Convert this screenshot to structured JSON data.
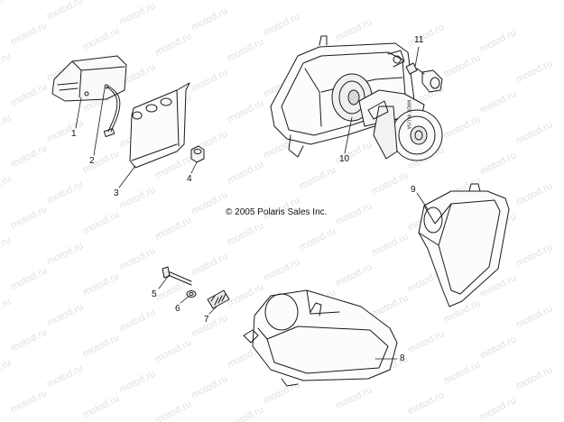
{
  "copyright": "© 2005 Polaris Sales Inc.",
  "watermark_text": "motod.ru",
  "bulb_stamp": "MADE IN USA",
  "callouts": [
    {
      "id": "1",
      "label": "1"
    },
    {
      "id": "2",
      "label": "2"
    },
    {
      "id": "3",
      "label": "3"
    },
    {
      "id": "4",
      "label": "4"
    },
    {
      "id": "5",
      "label": "5"
    },
    {
      "id": "6",
      "label": "6"
    },
    {
      "id": "7",
      "label": "7"
    },
    {
      "id": "8",
      "label": "8"
    },
    {
      "id": "9",
      "label": "9"
    },
    {
      "id": "10",
      "label": "10"
    },
    {
      "id": "11",
      "label": "11"
    }
  ]
}
